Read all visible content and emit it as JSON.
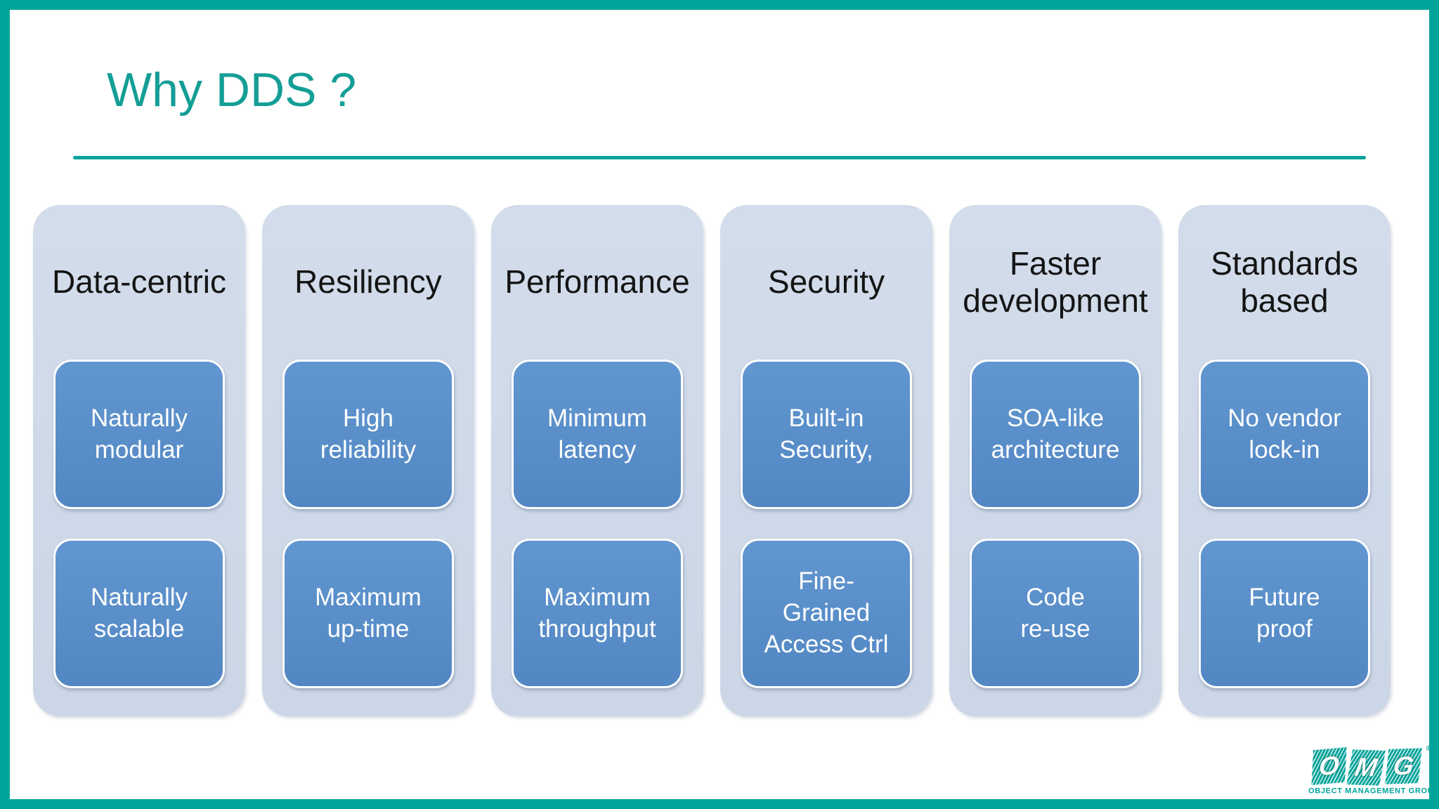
{
  "slide": {
    "title": "Why DDS ?",
    "columns": [
      {
        "header": "Data-centric",
        "box1": "Naturally\nmodular",
        "box2": "Naturally\nscalable"
      },
      {
        "header": "Resiliency",
        "box1": "High\nreliability",
        "box2": "Maximum\nup-time"
      },
      {
        "header": "Performance",
        "box1": "Minimum\nlatency",
        "box2": "Maximum\nthroughput"
      },
      {
        "header": "Security",
        "box1": "Built-in\nSecurity,",
        "box2": "Fine-\nGrained\nAccess Ctrl"
      },
      {
        "header": "Faster\ndevelopment",
        "box1": "SOA-like\narchitecture",
        "box2": "Code\nre-use"
      },
      {
        "header": "Standards\nbased",
        "box1": "No vendor\nlock-in",
        "box2": "Future\nproof"
      }
    ],
    "logo": {
      "letters": [
        "O",
        "M",
        "G"
      ],
      "registered_mark": "®",
      "caption": "OBJECT MANAGEMENT GROUP",
      "caption_registered_mark": "®"
    },
    "colors": {
      "frame_teal": "#00a49a",
      "title_teal": "#149e96",
      "column_background": "#cfd9e8",
      "box_blue": "#5a8fca",
      "header_text": "#141414",
      "box_text": "#ffffff"
    }
  }
}
